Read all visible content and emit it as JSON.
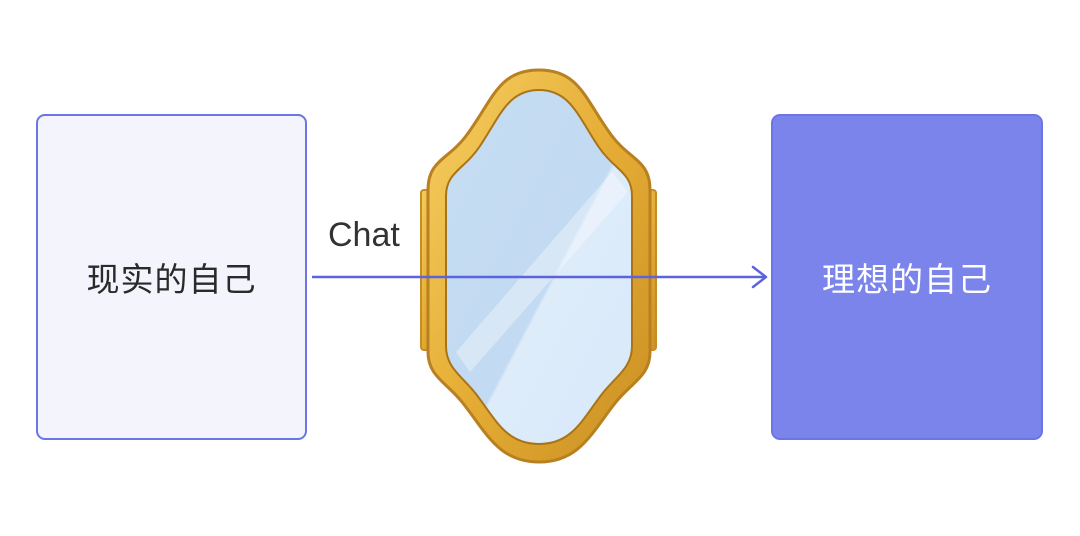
{
  "diagram": {
    "left_box": {
      "label": "现实的自己"
    },
    "right_box": {
      "label": "理想的自己"
    },
    "arrow": {
      "label": "Chat"
    },
    "mirror": {
      "icon": "mirror-icon"
    }
  },
  "colors": {
    "accent": "#6c75e6",
    "left_fill": "#f4f4fc",
    "right_fill": "#7b84ea",
    "mirror_frame": "#e8b340",
    "mirror_glass": "#cfe4f7"
  }
}
